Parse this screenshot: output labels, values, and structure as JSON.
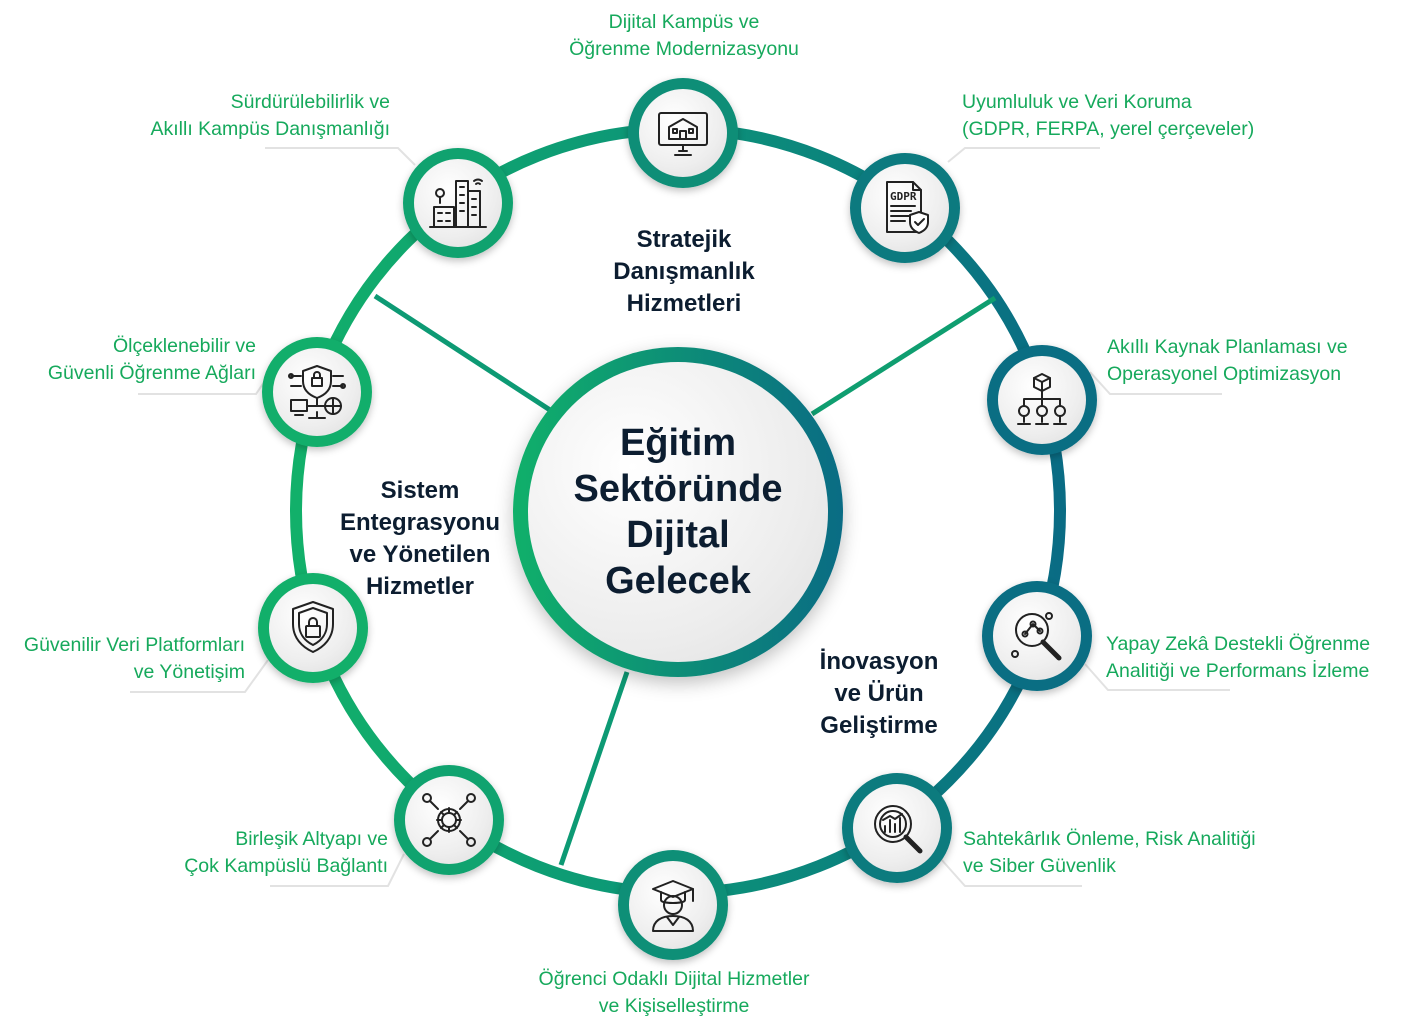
{
  "center": {
    "title_lines": [
      "Eğitim",
      "Sektöründe",
      "Dijital",
      "Gelecek"
    ]
  },
  "sections": [
    {
      "lines": [
        "Stratejik",
        "Danışmanlık",
        "Hizmetleri"
      ]
    },
    {
      "lines": [
        "Sistem",
        "Entegrasyonu",
        "ve Yönetilen",
        "Hizmetler"
      ]
    },
    {
      "lines": [
        "İnovasyon",
        "ve Ürün",
        "Geliştirme"
      ]
    }
  ],
  "nodes": [
    {
      "icon": "campus-monitor-icon",
      "lines": [
        "Dijital Kampüs ve",
        "Öğrenme Modernizasyonu"
      ]
    },
    {
      "icon": "gdpr-document-shield-icon",
      "lines": [
        "Uyumluluk ve Veri Koruma",
        "(GDPR, FERPA, yerel çerçeveler)"
      ]
    },
    {
      "icon": "resource-planning-icon",
      "lines": [
        "Akıllı Kaynak Planlaması ve",
        "Operasyonel Optimizasyon"
      ]
    },
    {
      "icon": "ai-analytics-magnifier-icon",
      "lines": [
        "Yapay Zekâ Destekli Öğrenme",
        "Analitiği ve Performans İzleme"
      ]
    },
    {
      "icon": "fraud-risk-analytics-icon",
      "lines": [
        "Sahtekârlık Önleme, Risk Analitiği",
        "ve Siber Güvenlik"
      ]
    },
    {
      "icon": "student-graduate-icon",
      "lines": [
        "Öğrenci Odaklı Dijital Hizmetler",
        "ve Kişiselleştirme"
      ]
    },
    {
      "icon": "gear-network-icon",
      "lines": [
        "Birleşik Altyapı ve",
        "Çok Kampüslü Bağlantı"
      ]
    },
    {
      "icon": "shield-lock-icon",
      "lines": [
        "Güvenilir Veri Platformları",
        "ve Yönetişim"
      ]
    },
    {
      "icon": "secure-network-lock-icon",
      "lines": [
        "Ölçeklenebilir ve",
        "Güvenli Öğrenme Ağları"
      ]
    },
    {
      "icon": "smart-city-icon",
      "lines": [
        "Sürdürülebilirlik ve",
        "Akıllı Kampüs Danışmanlığı"
      ]
    }
  ],
  "colors": {
    "green": "#10b06a",
    "teal": "#0a6c84",
    "label": "#16a95c",
    "dark": "#0c1d30"
  }
}
